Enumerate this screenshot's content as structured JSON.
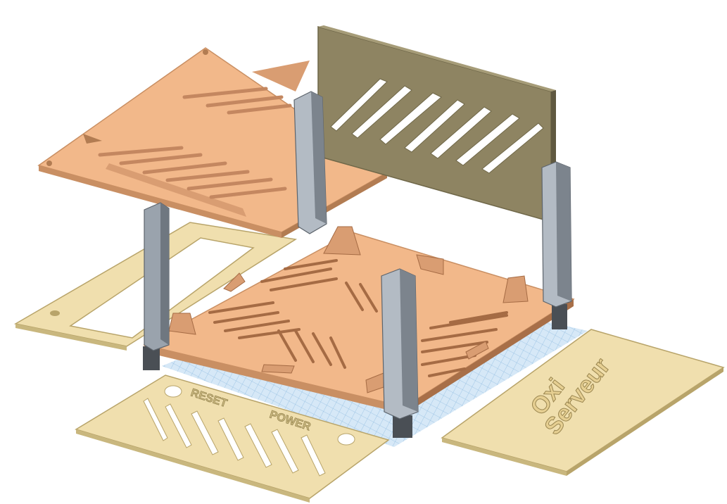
{
  "app": {
    "view": "3D workplane",
    "model": "case assembly"
  },
  "panels": {
    "front": {
      "labels": {
        "reset": "RESET",
        "power": "POWER"
      }
    },
    "side": {
      "logo_line1": "Oxi",
      "logo_line2": "Serveur"
    }
  },
  "colors": {
    "background": "#ffffff",
    "copper_plate": "#f2b88a",
    "copper_edge": "#c98f63",
    "panel_cream": "#f0dfae",
    "panel_cream_edge": "#b8a46a",
    "back_panel": "#8e8462",
    "pillar": "#9aa3ad",
    "pillar_dark": "#5d646c",
    "foot": "#4a4f55",
    "workplane_grid": "#a9cdea"
  }
}
